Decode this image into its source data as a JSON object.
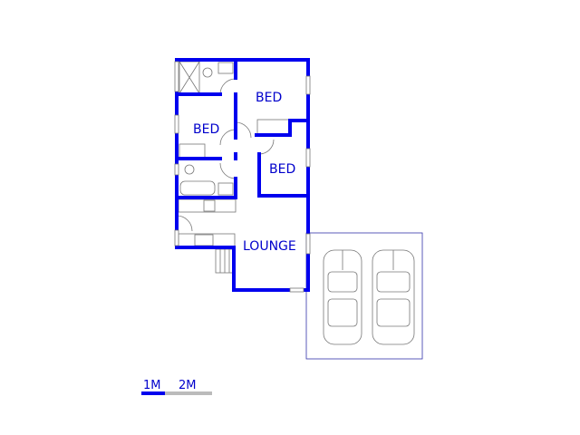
{
  "rooms": {
    "bed_1": "BED",
    "bed_2": "BED",
    "bed_3": "BED",
    "lounge": "LOUNGE"
  },
  "scale_bar": {
    "label_1": "1M",
    "label_2": "2M",
    "color_primary": "#0000ee",
    "color_secondary": "#bbbbbb"
  },
  "wall_color": "#0000ee"
}
